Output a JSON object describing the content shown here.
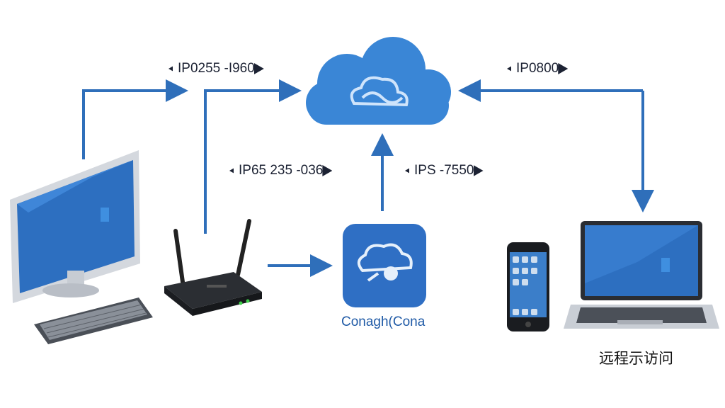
{
  "labels": {
    "desktop_to_cloud": "IP0255 -I960",
    "cloud_to_laptop": "IP0800",
    "router_to_cloud": "IP65 235 -036",
    "app_to_cloud": "IPS -7550",
    "app_name": "Conagh(Cona",
    "remote_access": "远程示访问"
  },
  "colors": {
    "arrow": "#2f6fba",
    "cloud": "#3a86d6",
    "app_tile": "#2f6fc4",
    "screen": "#2d6fc0"
  },
  "icons": [
    "cloud-icon",
    "desktop-computer-icon",
    "keyboard-icon",
    "wifi-router-icon",
    "app-icon",
    "smartphone-icon",
    "laptop-icon"
  ]
}
